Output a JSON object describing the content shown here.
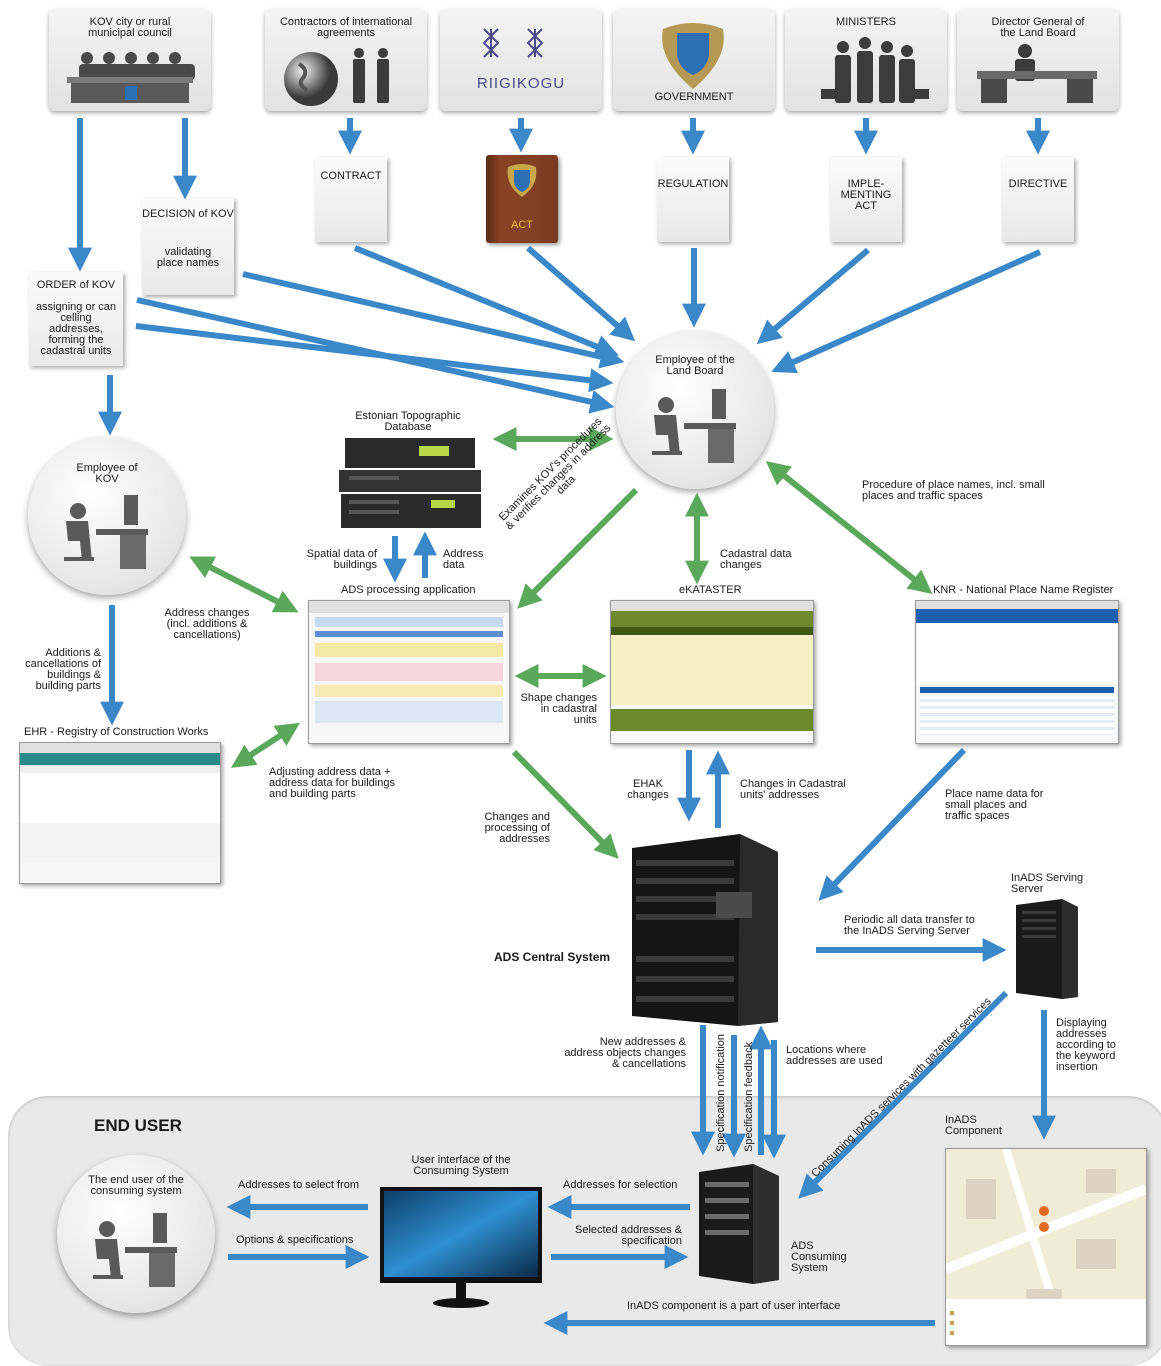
{
  "sources": {
    "kov_council": "KOV city or rural municipal council",
    "contractors": "Contractors of international agreements",
    "riigikogu": "RIIGIKOGU",
    "government": "GOVERNMENT",
    "ministers": "MINISTERS",
    "director": "Director General of the Land Board"
  },
  "documents": {
    "contract": "CONTRACT",
    "act": "ACT",
    "regulation": "REGULATION",
    "implementing_act": "IMPLE- MENTING ACT",
    "directive": "DIRECTIVE",
    "decision_kov_title": "DECISION of KOV",
    "decision_kov_text": "validating place names",
    "order_kov_title": "ORDER of KOV",
    "order_kov_text": "assigning or can celling addresses, forming the cadastral units"
  },
  "nodes": {
    "employee_land_board": "Employee of the Land Board",
    "employee_kov": "Employee of KOV",
    "etak": "Estonian Topographic Database",
    "ads_app": "ADS processing application",
    "ekataster": "eKATASTER",
    "knr": "KNR - National Place Name Register",
    "ehr": "EHR - Registry of Construction Works",
    "ads_central": "ADS Central System",
    "inads_server": "InADS Serving Server",
    "inads_component": "InADS Component",
    "ads_consuming": "ADS Consuming System",
    "ui_consuming": "User interface of the Consuming System",
    "end_user_person": "The end user of the consuming system",
    "end_user_section": "END USER"
  },
  "flows": {
    "spatial_data": "Spatial data of buildings",
    "address_data": "Address data",
    "examines": "Examines KOV's procedures & verifies changes in address data",
    "cadastral_changes": "Cadastral data changes",
    "procedure_place_names": "Procedure of place names, incl. small places and traffic spaces",
    "address_changes": "Address changes (incl. additions & cancellations)",
    "additions_cancellations": "Additions & cancellations of buildings & building parts",
    "shape_changes": "Shape changes in cadastral units",
    "adjusting_address": "Adjusting address data + address data for buildings and building parts",
    "changes_processing": "Changes and processing of addresses",
    "ehak_changes": "EHAK changes",
    "changes_cadastral_units": "Changes in Cadastral units' addresses",
    "place_name_data": "Place name data for small places and traffic spaces",
    "periodic_transfer": "Periodic all data transfer to the InADS Serving Server",
    "displaying_addresses": "Displaying addresses according to the keyword insertion",
    "new_addresses": "New addresses & address objects changes & cancellations",
    "spec_notification": "Specification notification",
    "spec_feedback": "Specification feedback",
    "locations_used": "Locations where addresses are used",
    "consuming_inads": "Consuming InADS services with gazetteer services",
    "addresses_select_from": "Addresses to select from",
    "options_specs": "Options & specifications",
    "addresses_for_selection": "Addresses for selection",
    "selected_addresses": "Selected addresses & specification",
    "inads_part_ui": "InADS component is a part of user interface"
  },
  "colors": {
    "blue_arrow": "#3a88c8",
    "green_arrow": "#5aa85a",
    "act_book": "#7a3a20",
    "screen_teal": "#2a8a8a",
    "panel_gray": "#e8e8e8"
  },
  "icons": [
    "globe-icon",
    "handshake-icon",
    "riigikogu-logo",
    "coat-of-arms-icon",
    "person-at-desk-icon",
    "server-rack-icon",
    "tower-server-icon",
    "monitor-icon",
    "map-icon"
  ]
}
